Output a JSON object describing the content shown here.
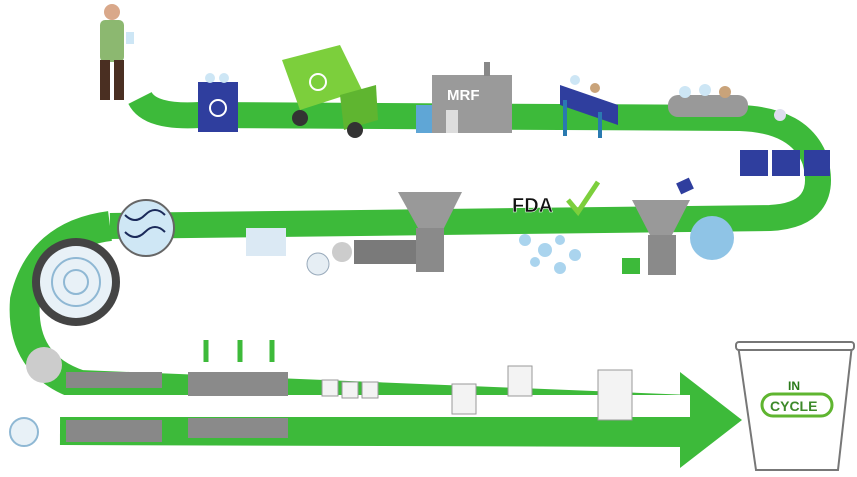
{
  "title": "PET cup recycling process",
  "colors": {
    "path_green": "#3dba3a",
    "dark_green": "#2a9a2a",
    "bin_blue": "#2f3e9e",
    "machine_gray": "#8a8a8a"
  },
  "labels": {
    "mrf": "MRF",
    "fda": "FDA",
    "logo_top": "IN",
    "logo_bottom": "CYCLE"
  }
}
